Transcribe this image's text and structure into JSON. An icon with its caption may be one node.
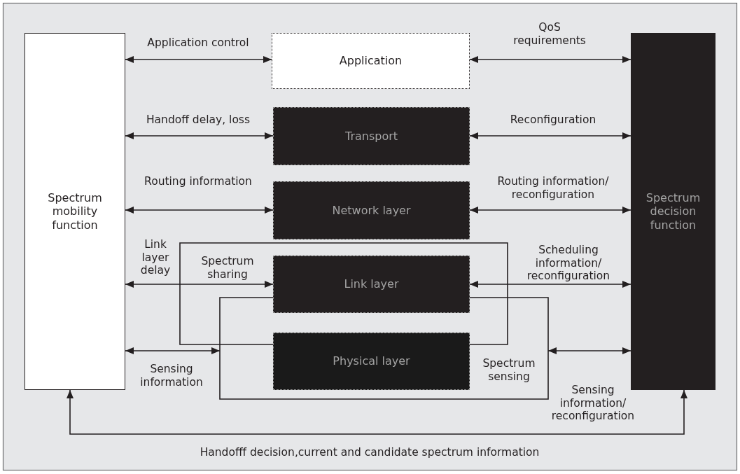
{
  "diagram": {
    "nodes": [
      {
        "text": [
          "Spectrum mobility function"
        ]
      },
      {
        "text": [
          "Application"
        ]
      },
      {
        "text": [
          "Transport"
        ]
      },
      {
        "text": [
          "Network layer"
        ]
      },
      {
        "text": [
          "Link layer"
        ]
      },
      {
        "text": [
          "Physical layer"
        ]
      },
      {
        "text": [
          "Spectrum decision function"
        ]
      }
    ],
    "edges": [
      {
        "from": 0,
        "to": 1,
        "arrow": "both",
        "label": "Application control"
      },
      {
        "from": 1,
        "to": 6,
        "arrow": "both",
        "label": "QoS requirements"
      },
      {
        "from": 0,
        "to": 2,
        "arrow": "both",
        "label": "Handoff delay, loss"
      },
      {
        "from": 2,
        "to": 6,
        "arrow": "both",
        "label": "Reconfiguration"
      },
      {
        "from": 0,
        "to": 3,
        "arrow": "both",
        "label": "Routing information"
      },
      {
        "from": 3,
        "to": 6,
        "arrow": "both",
        "label": "Routing information/ reconfiguration"
      },
      {
        "from": 0,
        "to": 4,
        "arrow": "both",
        "label": "Link layer delay"
      },
      {
        "from": 4,
        "to": 6,
        "arrow": "both",
        "label": "Scheduling information/ reconfiguration"
      },
      {
        "from": 0,
        "to": null,
        "arrow": "both",
        "label": "Sensing information"
      },
      {
        "from": null,
        "to": 6,
        "arrow": "both",
        "label": "Sensing information/ reconfiguration"
      },
      {
        "from": 0,
        "to": 6,
        "arrow": "both",
        "label": "Handofff decision,current and candidate spectrum information"
      }
    ],
    "labels": [
      "Spectrum sharing",
      "Spectrum sensing"
    ]
  }
}
